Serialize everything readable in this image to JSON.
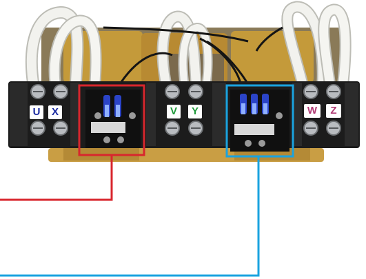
{
  "terminals": {
    "u": "U",
    "x": "X",
    "v": "V",
    "y": "Y",
    "w": "W",
    "z": "Z"
  },
  "colors": {
    "red_line": "#d8262d",
    "blue_line": "#1aa3df",
    "u_x_label": "#1a2aa0",
    "v_y_label": "#1f9a3a",
    "w_z_label": "#b03a74",
    "terminal_block": "#1c1c1c",
    "coil": "#c49a3a",
    "wire": "#f2f2ee"
  }
}
